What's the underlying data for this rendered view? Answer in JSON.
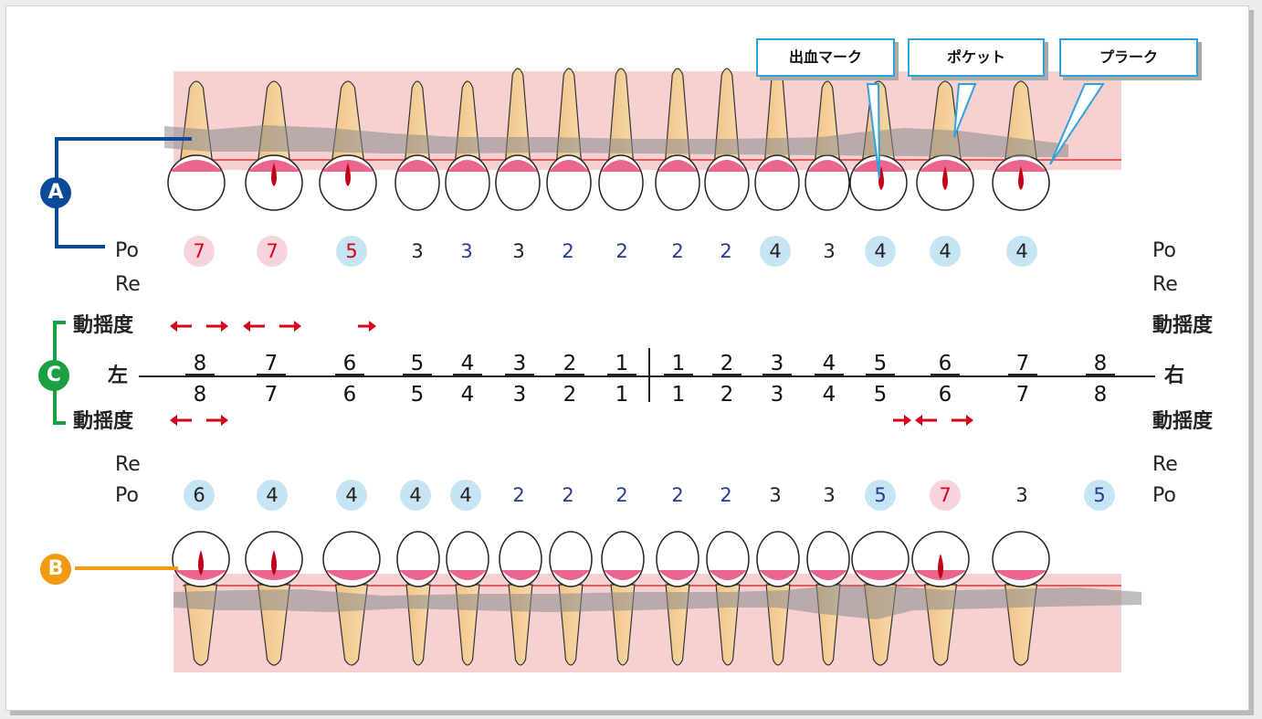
{
  "callouts": {
    "bleeding": "出血マーク",
    "pocket": "ポケット",
    "plaque": "プラーク"
  },
  "badges": {
    "a": "A",
    "b": "B",
    "c": "C"
  },
  "labels": {
    "po": "Po",
    "re": "Re",
    "mobility": "動揺度",
    "left": "左",
    "right": "右"
  },
  "upper_po": [
    {
      "v": "7",
      "mark": "pink"
    },
    {
      "v": "7",
      "mark": "pink"
    },
    {
      "v": "5",
      "mark": "blue"
    },
    {
      "v": "3",
      "mark": ""
    },
    {
      "v": "3",
      "mark": ""
    },
    {
      "v": "3",
      "mark": ""
    },
    {
      "v": "2",
      "mark": ""
    },
    {
      "v": "2",
      "mark": ""
    },
    {
      "v": "2",
      "mark": ""
    },
    {
      "v": "2",
      "mark": ""
    },
    {
      "v": "4",
      "mark": "blue"
    },
    {
      "v": "3",
      "mark": ""
    },
    {
      "v": "4",
      "mark": "blue"
    },
    {
      "v": "4",
      "mark": "blue"
    },
    {
      "v": "4",
      "mark": "blue"
    }
  ],
  "lower_po": [
    {
      "v": "6",
      "mark": "blue"
    },
    {
      "v": "4",
      "mark": "blue"
    },
    {
      "v": "4",
      "mark": "blue"
    },
    {
      "v": "4",
      "mark": "blue"
    },
    {
      "v": "4",
      "mark": "blue"
    },
    {
      "v": "2",
      "mark": ""
    },
    {
      "v": "2",
      "mark": ""
    },
    {
      "v": "2",
      "mark": ""
    },
    {
      "v": "2",
      "mark": ""
    },
    {
      "v": "2",
      "mark": ""
    },
    {
      "v": "3",
      "mark": ""
    },
    {
      "v": "3",
      "mark": ""
    },
    {
      "v": "5",
      "mark": "blue"
    },
    {
      "v": "7",
      "mark": "pink"
    },
    {
      "v": "3",
      "mark": ""
    },
    {
      "v": "5",
      "mark": "blue"
    }
  ],
  "tooth_numbers_left": [
    "8",
    "7",
    "6",
    "5",
    "4",
    "3",
    "2",
    "1"
  ],
  "tooth_numbers_right": [
    "1",
    "2",
    "3",
    "4",
    "5",
    "6",
    "7",
    "8"
  ],
  "colors": {
    "accent_blue": "#2fa2dd",
    "badge_a": "#0a4a9a",
    "badge_b": "#f29a10",
    "badge_c": "#1aa040",
    "mark_pink": "#f7d3dc",
    "mark_blue": "#c6e4f4",
    "red": "#d8001a",
    "navy": "#2a3a8f"
  }
}
